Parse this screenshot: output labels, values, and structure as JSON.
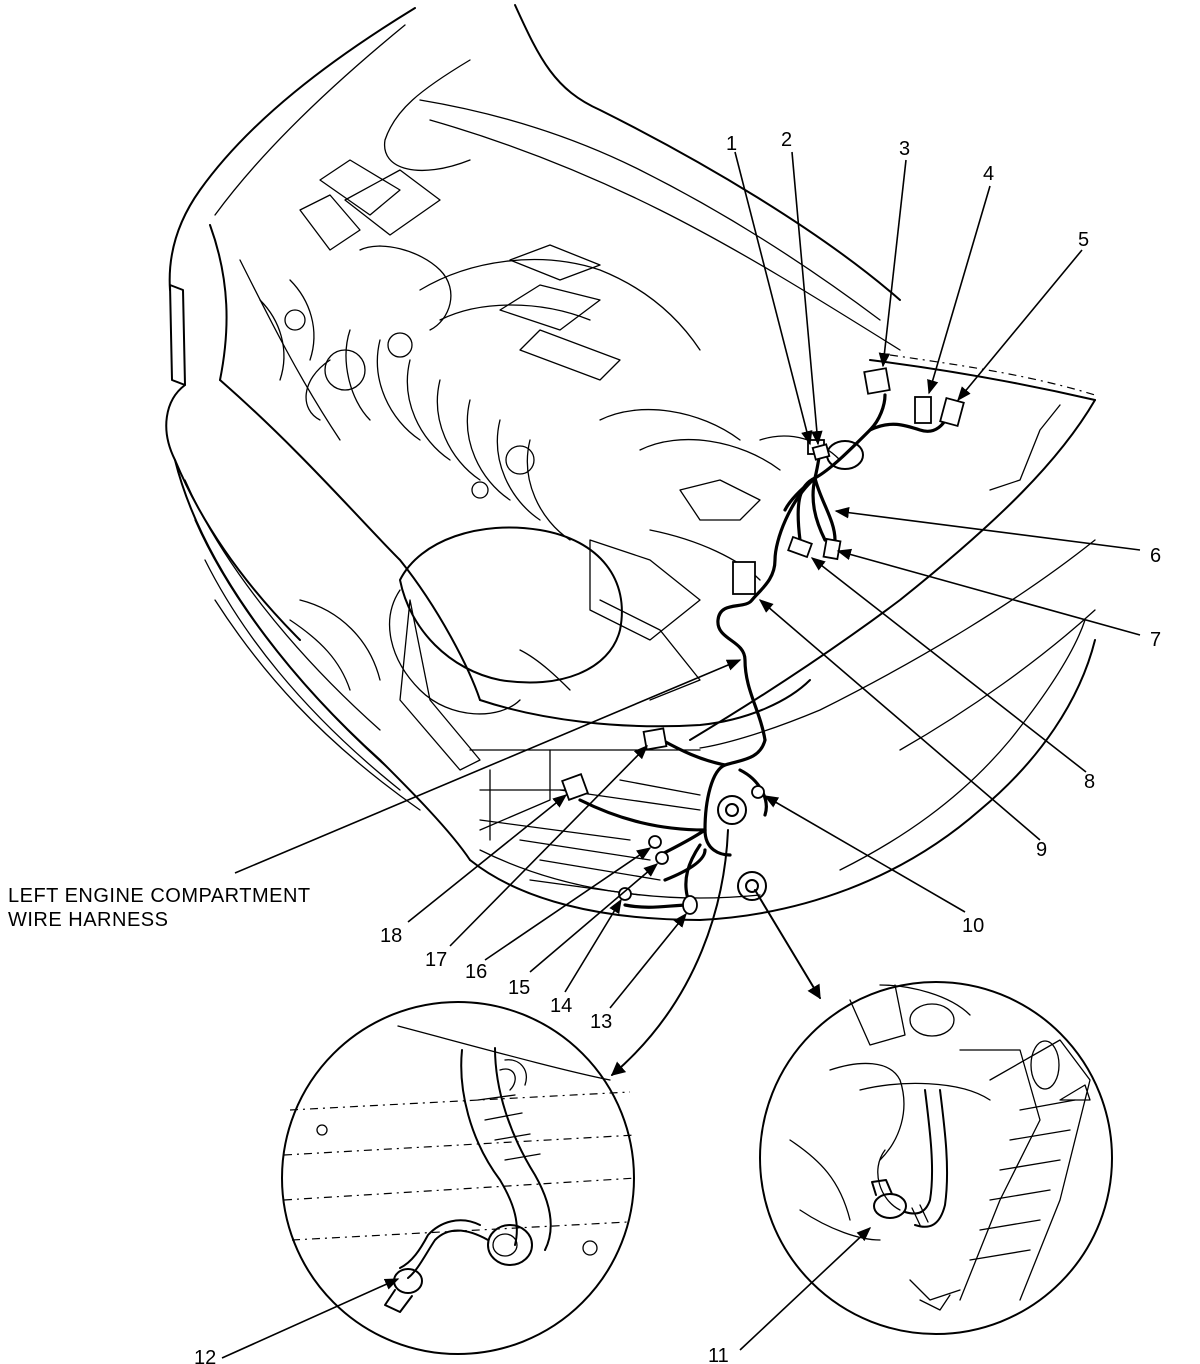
{
  "harness_label": {
    "line1": "LEFT ENGINE COMPARTMENT",
    "line2": "WIRE HARNESS"
  },
  "callouts": [
    "1",
    "2",
    "3",
    "4",
    "5",
    "6",
    "7",
    "8",
    "9",
    "10",
    "11",
    "12",
    "13",
    "14",
    "15",
    "16",
    "17",
    "18"
  ]
}
